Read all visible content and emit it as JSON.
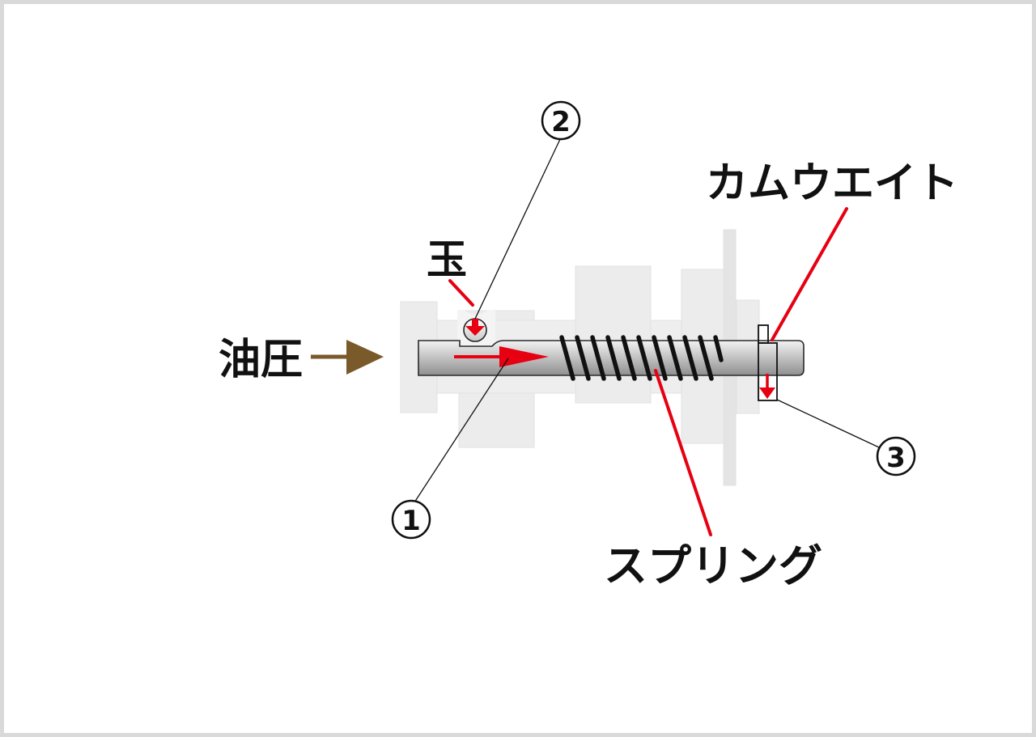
{
  "labels": {
    "oil_pressure": "油圧",
    "ball": "玉",
    "cam_weight": "カムウエイト",
    "spring": "スプリング"
  },
  "callouts": {
    "one": "1",
    "two": "2",
    "three": "3"
  },
  "colors": {
    "accent_red": "#e60012",
    "oil_arrow_brown": "#7a5a2a",
    "part_light_gray": "#ececec",
    "rod_gray": "#a9a9a9",
    "frame_gray": "#d9d9d9"
  }
}
